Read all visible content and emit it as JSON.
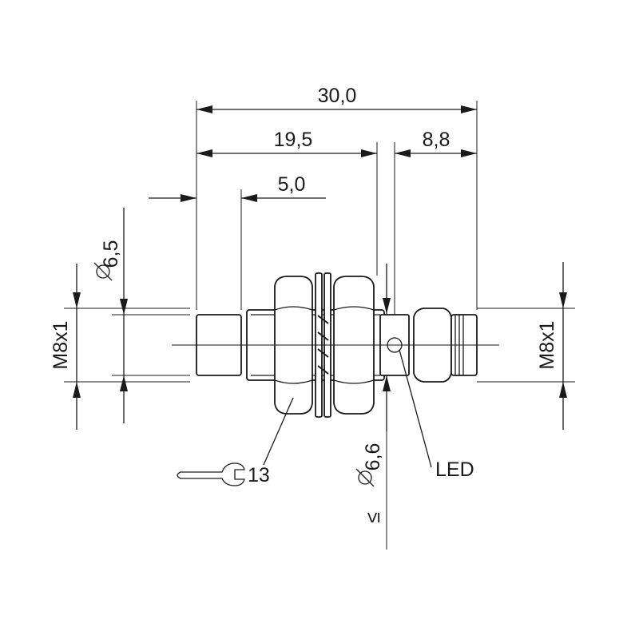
{
  "dimensions": {
    "overall_length": "30,0",
    "length_to_face": "19,5",
    "connector_length": "8,8",
    "sensing_offset": "5,0",
    "sensing_face_diameter": "6,5",
    "thread_left": "M8x1",
    "thread_right": "M8x1",
    "housing_diameter": "6,6",
    "housing_diameter_prefix": "≤"
  },
  "callouts": {
    "wrench_size": "13",
    "led_label": "LED"
  },
  "colors": {
    "line": "#1a1a1a",
    "background": "#ffffff"
  },
  "icons": {
    "wrench": "wrench-icon",
    "diameter": "diameter-symbol"
  }
}
